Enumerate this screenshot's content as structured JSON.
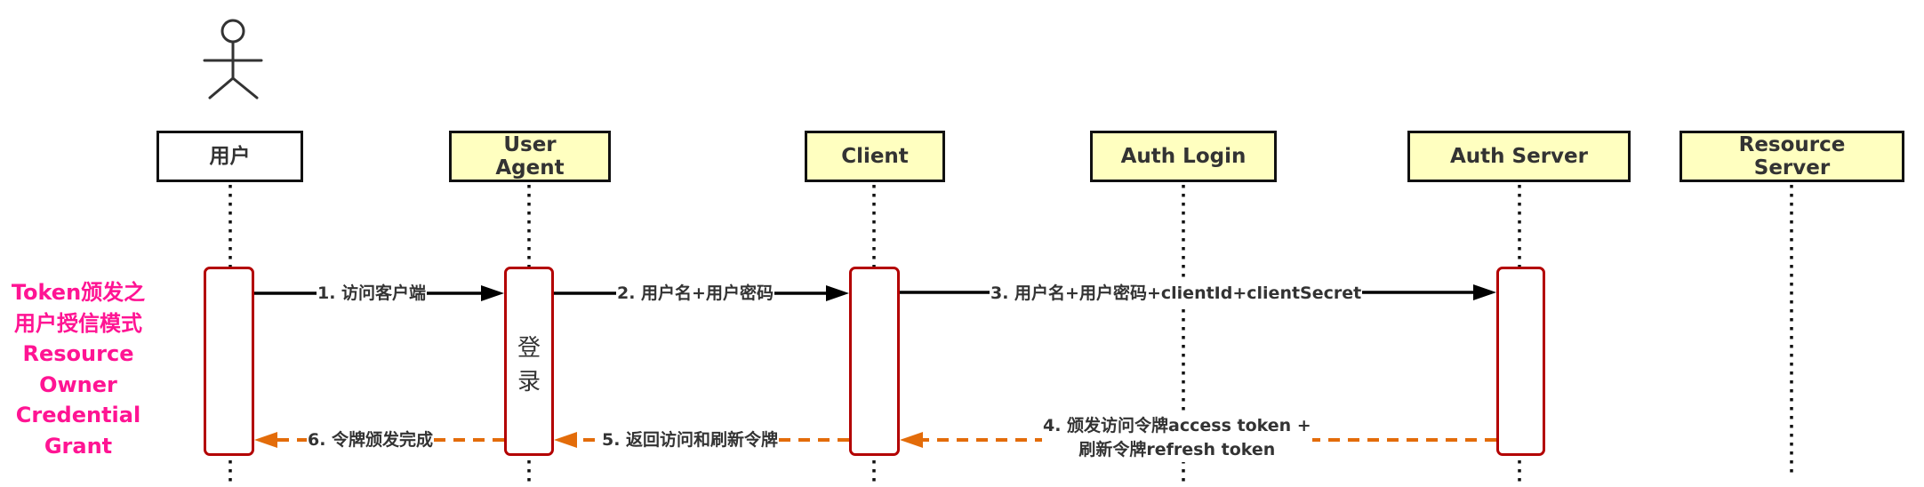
{
  "title_note": {
    "lines": [
      "Token颁发之",
      "用户授信模式",
      "Resource",
      "Owner",
      "Credential",
      "Grant"
    ],
    "color": "#FF1493"
  },
  "actor": {
    "icon": "stick-figure-icon"
  },
  "participants": [
    {
      "id": "user",
      "label_lines": [
        "用户"
      ],
      "fill": "#ffffff"
    },
    {
      "id": "user-agent",
      "label_lines": [
        "User",
        "Agent"
      ],
      "fill": "#FFFFC0"
    },
    {
      "id": "client",
      "label_lines": [
        "Client"
      ],
      "fill": "#FFFFC0"
    },
    {
      "id": "auth-login",
      "label_lines": [
        "Auth Login"
      ],
      "fill": "#FFFFC0"
    },
    {
      "id": "auth-server",
      "label_lines": [
        "Auth Server"
      ],
      "fill": "#FFFFC0"
    },
    {
      "id": "resource-server",
      "label_lines": [
        "Resource",
        "Server"
      ],
      "fill": "#FFFFC0"
    }
  ],
  "activations": [
    {
      "participant": "user",
      "text": ""
    },
    {
      "participant": "user-agent",
      "text_lines": [
        "登",
        "录"
      ]
    },
    {
      "participant": "client",
      "text": ""
    },
    {
      "participant": "auth-server",
      "text": ""
    }
  ],
  "messages": [
    {
      "id": "m1",
      "from": "user",
      "to": "user-agent",
      "style": "solid",
      "label_lines": [
        "1. 访问客户端"
      ]
    },
    {
      "id": "m2",
      "from": "user-agent",
      "to": "client",
      "style": "solid",
      "label_lines": [
        "2. 用户名+用户密码"
      ]
    },
    {
      "id": "m3",
      "from": "client",
      "to": "auth-server",
      "style": "solid",
      "label_lines": [
        "3. 用户名+用户密码+clientId+clientSecret"
      ]
    },
    {
      "id": "m4",
      "from": "auth-server",
      "to": "client",
      "style": "dashed",
      "label_lines": [
        "4. 颁发访问令牌access token +",
        "刷新令牌refresh token"
      ]
    },
    {
      "id": "m5",
      "from": "client",
      "to": "user-agent",
      "style": "dashed",
      "label_lines": [
        "5. 返回访问和刷新令牌"
      ]
    },
    {
      "id": "m6",
      "from": "user-agent",
      "to": "user",
      "style": "dashed",
      "label_lines": [
        "6. 令牌颁发完成"
      ]
    }
  ],
  "colors": {
    "solid_arrow": "#000000",
    "return_arrow": "#E36C0A",
    "activation_border": "#B30000",
    "participant_fill": "#FFFFC0",
    "lifeline": "#111111"
  }
}
